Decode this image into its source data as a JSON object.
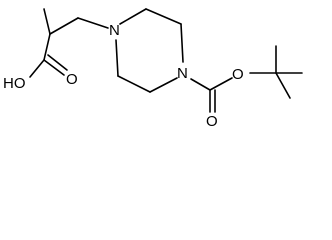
{
  "molecule": {
    "atoms": {
      "hydroxyl": "HO",
      "carboxyl_oxygen": "O",
      "piperazine_n1": "N",
      "piperazine_n4": "N",
      "ester_oxygen": "O",
      "carbonyl_oxygen": "O"
    }
  }
}
